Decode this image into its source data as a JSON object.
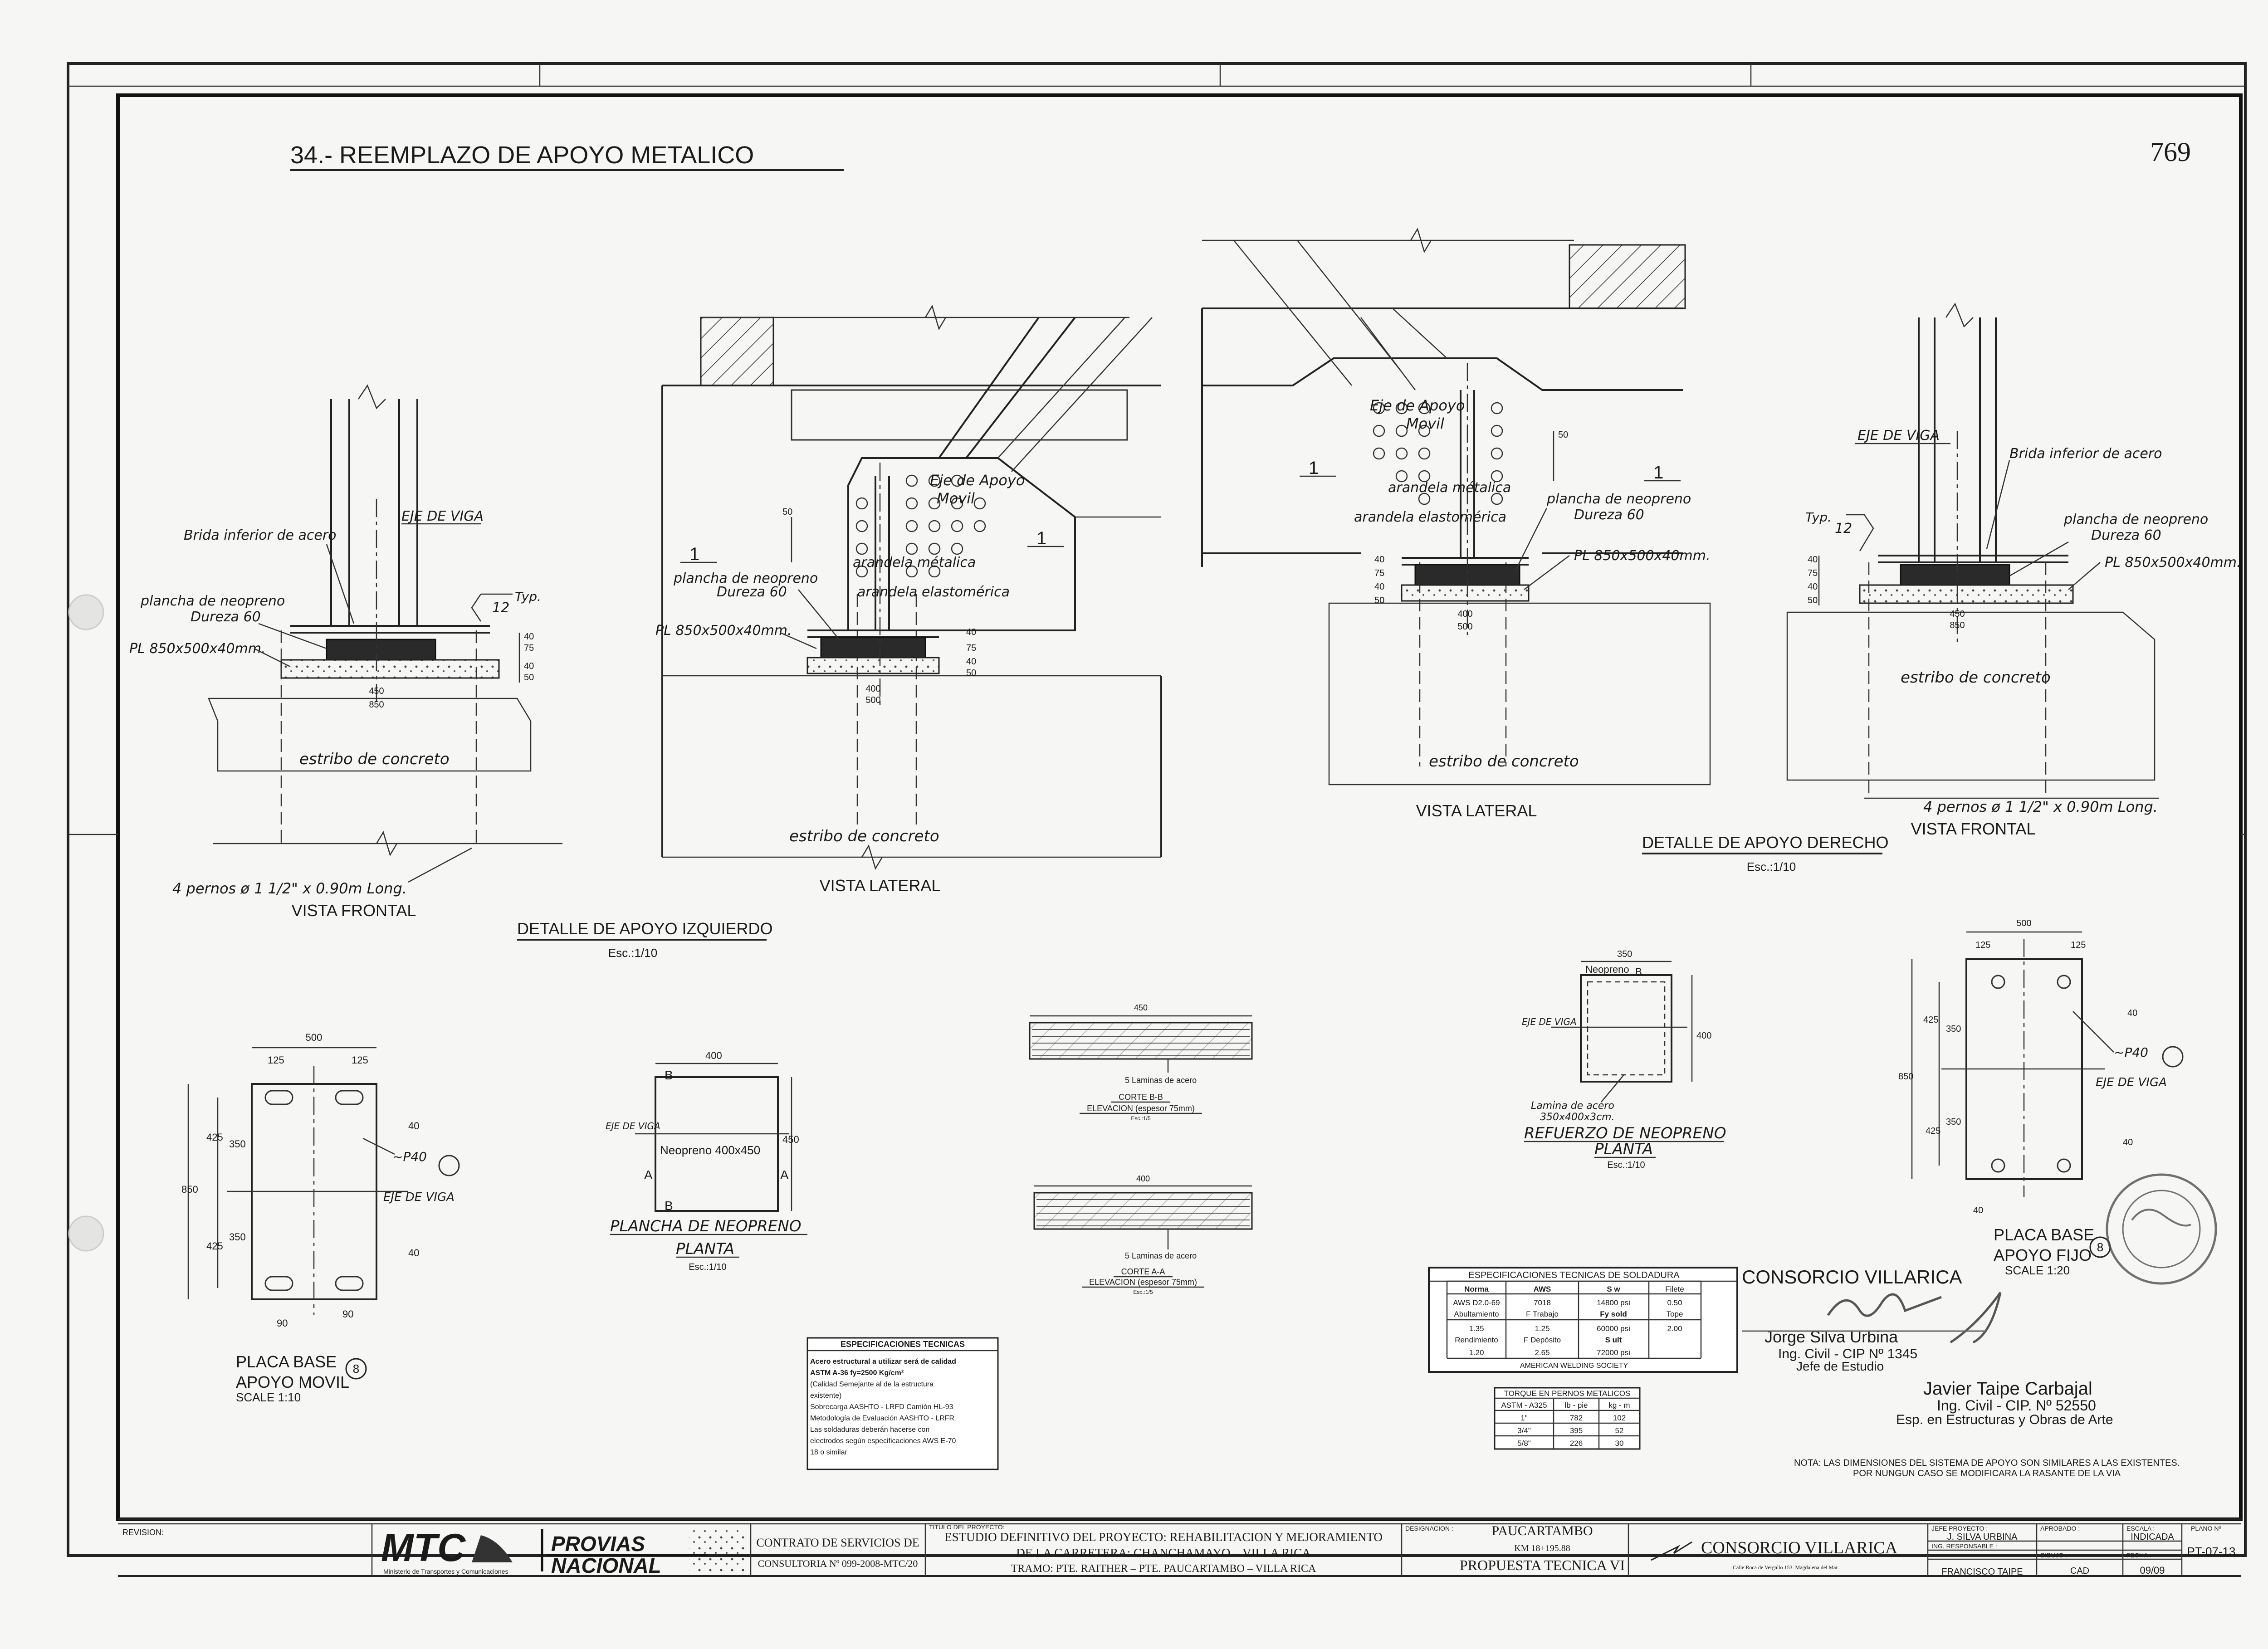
{
  "sheet": {
    "title": "34.- REEMPLAZO DE APOYO METALICO",
    "sheet_number": "769"
  },
  "left_detail": {
    "frontal": {
      "label_viga": "EJE DE VIGA",
      "label_brida": "Brida inferior de acero",
      "label_neoprene_1": "plancha de neopreno",
      "label_neoprene_2": "Dureza 60",
      "label_pl": "PL 850x500x40mm.",
      "label_typ": "Typ.",
      "weld_size": "12",
      "label_estribo": "estribo de concreto",
      "label_pernos": "4 pernos ø 1 1/2\" x 0.90m Long.",
      "view_title": "VISTA FRONTAL",
      "dims_v": [
        "40",
        "75",
        "40",
        "50"
      ],
      "dim_450": "450",
      "dim_850": "850"
    },
    "lateral": {
      "label_eje": "Eje de Apoyo",
      "label_movil": "Movil",
      "label_arandela_m": "arandela métalica",
      "label_arandela_e": "arandela elastomérica",
      "label_neoprene_1": "plancha de neopreno",
      "label_neoprene_2": "Dureza 60",
      "label_pl": "PL 850x500x40mm.",
      "label_estribo": "estribo de concreto",
      "view_title": "VISTA LATERAL",
      "marker": "1",
      "dim_50": "50",
      "dims_v": [
        "40",
        "75",
        "40",
        "50"
      ],
      "dim_400": "400",
      "dim_500": "500"
    },
    "title": "DETALLE DE APOYO IZQUIERDO",
    "scale": "Esc.:1/10"
  },
  "right_detail": {
    "lateral": {
      "label_eje": "Eje de Apoyo",
      "label_movil": "Movil",
      "label_arandela_m": "arandela métalica",
      "label_arandela_e": "arandela elastomérica",
      "label_neoprene_1": "plancha de neopreno",
      "label_neoprene_2": "Dureza 60",
      "label_pl": "PL 850x500x40mm.",
      "label_estribo": "estribo de concreto",
      "view_title": "VISTA LATERAL",
      "marker": "1",
      "dim_50": "50",
      "dims_v": [
        "40",
        "75",
        "40",
        "50"
      ],
      "dim_400": "400",
      "dim_500": "500"
    },
    "frontal": {
      "label_viga": "EJE DE VIGA",
      "label_brida": "Brida inferior de acero",
      "label_neoprene_1": "plancha de neopreno",
      "label_neoprene_2": "Dureza 60",
      "label_pl": "PL 850x500x40mm.",
      "label_typ": "Typ.",
      "weld_size": "12",
      "label_estribo": "estribo de concreto",
      "label_pernos": "4 pernos ø 1 1/2\" x 0.90m Long.",
      "view_title": "VISTA FRONTAL",
      "dims_v": [
        "40",
        "75",
        "40",
        "50"
      ],
      "dim_450": "450",
      "dim_850": "850"
    },
    "title": "DETALLE DE APOYO DERECHO",
    "scale": "Esc.:1/10"
  },
  "placa_movil": {
    "dim_500": "500",
    "dim_125a": "125",
    "dim_125b": "125",
    "dim_425a": "425",
    "dim_350a": "350",
    "dim_850": "850",
    "dim_350b": "350",
    "dim_425b": "425",
    "dim_40a": "40",
    "dim_40b": "40",
    "dim_90a": "90",
    "dim_90b": "90",
    "label_p40": "~P40",
    "label_viga": "EJE DE VIGA",
    "title_1": "PLACA BASE",
    "title_2": "APOYO MOVIL",
    "badge": "8",
    "scale": "SCALE 1:10"
  },
  "plancha": {
    "dim_400": "400",
    "dim_450": "450",
    "label_b1": "B",
    "label_b2": "B",
    "label_a1": "A",
    "label_a2": "A",
    "label_viga": "EJE DE VIGA",
    "label_neoprene": "Neopreno 400x450",
    "title_1": "PLANCHA DE NEOPRENO",
    "title_2": "PLANTA",
    "scale": "Esc.:1/10"
  },
  "corte_bb": {
    "dim": "450",
    "label_laminas": "5 Laminas de acero",
    "title_1": "CORTE B-B",
    "title_2": "ELEVACION (espesor 75mm)",
    "scale": "Esc.:1/5"
  },
  "corte_aa": {
    "dim": "400",
    "label_laminas": "5 Laminas de acero",
    "title_1": "CORTE A-A",
    "title_2": "ELEVACION (espesor 75mm)",
    "scale": "Esc.:1/5"
  },
  "refuerzo": {
    "dim_350": "350",
    "dim_400": "400",
    "label_neoprene": "Neopreno",
    "label_b": "B",
    "label_viga": "EJE DE VIGA",
    "label_lamina_1": "Lamina de acero",
    "label_lamina_2": "350x400x3cm.",
    "title_1": "REFUERZO DE NEOPRENO",
    "title_2": "PLANTA",
    "scale": "Esc.:1/10"
  },
  "placa_fijo": {
    "dim_500": "500",
    "dim_125a": "125",
    "dim_125b": "125",
    "dim_425a": "425",
    "dim_350a": "350",
    "dim_850": "850",
    "dim_350b": "350",
    "dim_425b": "425",
    "dim_40a": "40",
    "dim_40b": "40",
    "dim_40c": "40",
    "label_p40": "~P40",
    "label_viga": "EJE DE VIGA",
    "title_1": "PLACA BASE",
    "title_2": "APOYO FIJO",
    "badge": "8",
    "scale": "SCALE 1:20"
  },
  "specs": {
    "title": "ESPECIFICACIONES TECNICAS",
    "lines": [
      "Acero estructural a utilizar será de calidad",
      "ASTM A-36 fy=2500 Kg/cm²",
      "(Calidad Semejante al de la estructura",
      "existente)",
      "Sobrecarga AASHTO - LRFD Camión HL-93",
      "Metodología de Evaluación AASHTO - LRFR",
      "Las soldaduras deberán hacerse con",
      "electrodos según especificaciones AWS E-70",
      "18 o similar"
    ]
  },
  "weld_table": {
    "title": "ESPECIFICACIONES TECNICAS DE SOLDADURA",
    "rows": [
      [
        "Norma",
        "AWS",
        "S w",
        "Filete"
      ],
      [
        "AWS D2.0-69",
        "7018",
        "14800 psi",
        "0.50"
      ],
      [
        "Abultamiento",
        "F Trabajo",
        "Fy sold",
        "Tope"
      ],
      [
        "1.35",
        "1.25",
        "60000 psi",
        "2.00"
      ],
      [
        "Rendimiento",
        "F Depósito",
        "S ult",
        ""
      ],
      [
        "1.20",
        "2.65",
        "72000 psi",
        ""
      ]
    ],
    "footer": "AMERICAN WELDING SOCIETY"
  },
  "torque_table": {
    "title": "TORQUE EN PERNOS METALICOS",
    "rows": [
      [
        "ASTM - A325",
        "lb - pie",
        "kg - m"
      ],
      [
        "1\"",
        "782",
        "102"
      ],
      [
        "3/4\"",
        "395",
        "52"
      ],
      [
        "5/8\"",
        "226",
        "30"
      ]
    ]
  },
  "signatures": {
    "consorcio": "CONSORCIO VILLARICA",
    "sig1_name": "Jorge Silva Urbina",
    "sig1_cip": "Ing. Civil - CIP Nº 1345",
    "sig1_role": "Jefe de Estudio",
    "sig2_name": "Javier Taipe Carbajal",
    "sig2_cip": "Ing. Civil - CIP. Nº 52550",
    "sig2_role": "Esp. en Estructuras y Obras de Arte"
  },
  "note": {
    "line1": "NOTA: LAS DIMENSIONES DEL SISTEMA DE APOYO SON SIMILARES A LAS EXISTENTES.",
    "line2": "POR NUNGUN CASO SE MODIFICARA LA RASANTE DE LA VIA"
  },
  "title_block": {
    "revision": "REVISION:",
    "mtc": "MTC",
    "mtc_sub": "Ministerio de Transportes y Comunicaciones",
    "provias_1": "PROVIAS",
    "provias_2": "NACIONAL",
    "contrato_1": "CONTRATO DE SERVICIOS DE",
    "contrato_2": "CONSULTORIA Nº 099-2008-MTC/20",
    "proyecto_label": "TITULO DEL PROYECTO:",
    "proyecto_1": "ESTUDIO DEFINITIVO DEL PROYECTO: REHABILITACION Y MEJORAMIENTO",
    "proyecto_2": "DE LA CARRETERA: CHANCHAMAYO – VILLA RICA",
    "proyecto_3": "TRAMO: PTE. RAITHER – PTE. PAUCARTAMBO – VILLA RICA",
    "designacion_label": "DESIGNACION :",
    "designacion_1": "PAUCARTAMBO",
    "designacion_2": "KM 18+195.88",
    "designacion_3": "PROPUESTA TECNICA VI",
    "consorcio": "CONSORCIO VILLARICA",
    "consorcio_addr": "Calle Roca de Vergallo 153. Magdalena del Mar.",
    "jefe_label": "JEFE PROYECTO :",
    "jefe": "J. SILVA URBINA",
    "resp_label": "ING. RESPONSABLE :",
    "resp": "FRANCISCO TAIPE",
    "aprobado_label": "APROBADO :",
    "dibujo_label": "DIBUJO :",
    "dibujo": "CAD",
    "escala_label": "ESCALA :",
    "escala": "INDICADA",
    "fecha_label": "FECHA :",
    "fecha": "09/09",
    "plano_label": "PLANO Nº",
    "plano": "PT-07-13"
  }
}
